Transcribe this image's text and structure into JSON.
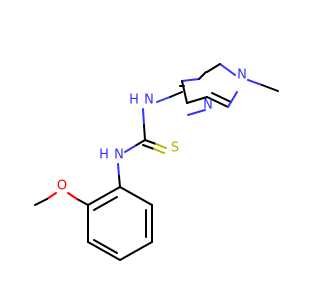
{
  "atoms": [
    {
      "id": "n_pyr1",
      "label": "N",
      "color": "#3333ff"
    },
    {
      "id": "n_pyr2",
      "label": "N",
      "color": "#3333ff"
    },
    {
      "id": "nh_top",
      "label": "H",
      "label2": "N",
      "color": "#3333ff"
    },
    {
      "id": "nh_mid",
      "label": "H",
      "label2": "N",
      "color": "#3333ff"
    },
    {
      "id": "s",
      "label": "S",
      "color": "#b2b200"
    },
    {
      "id": "o",
      "label": "O",
      "color": "#ff0000"
    }
  ]
}
